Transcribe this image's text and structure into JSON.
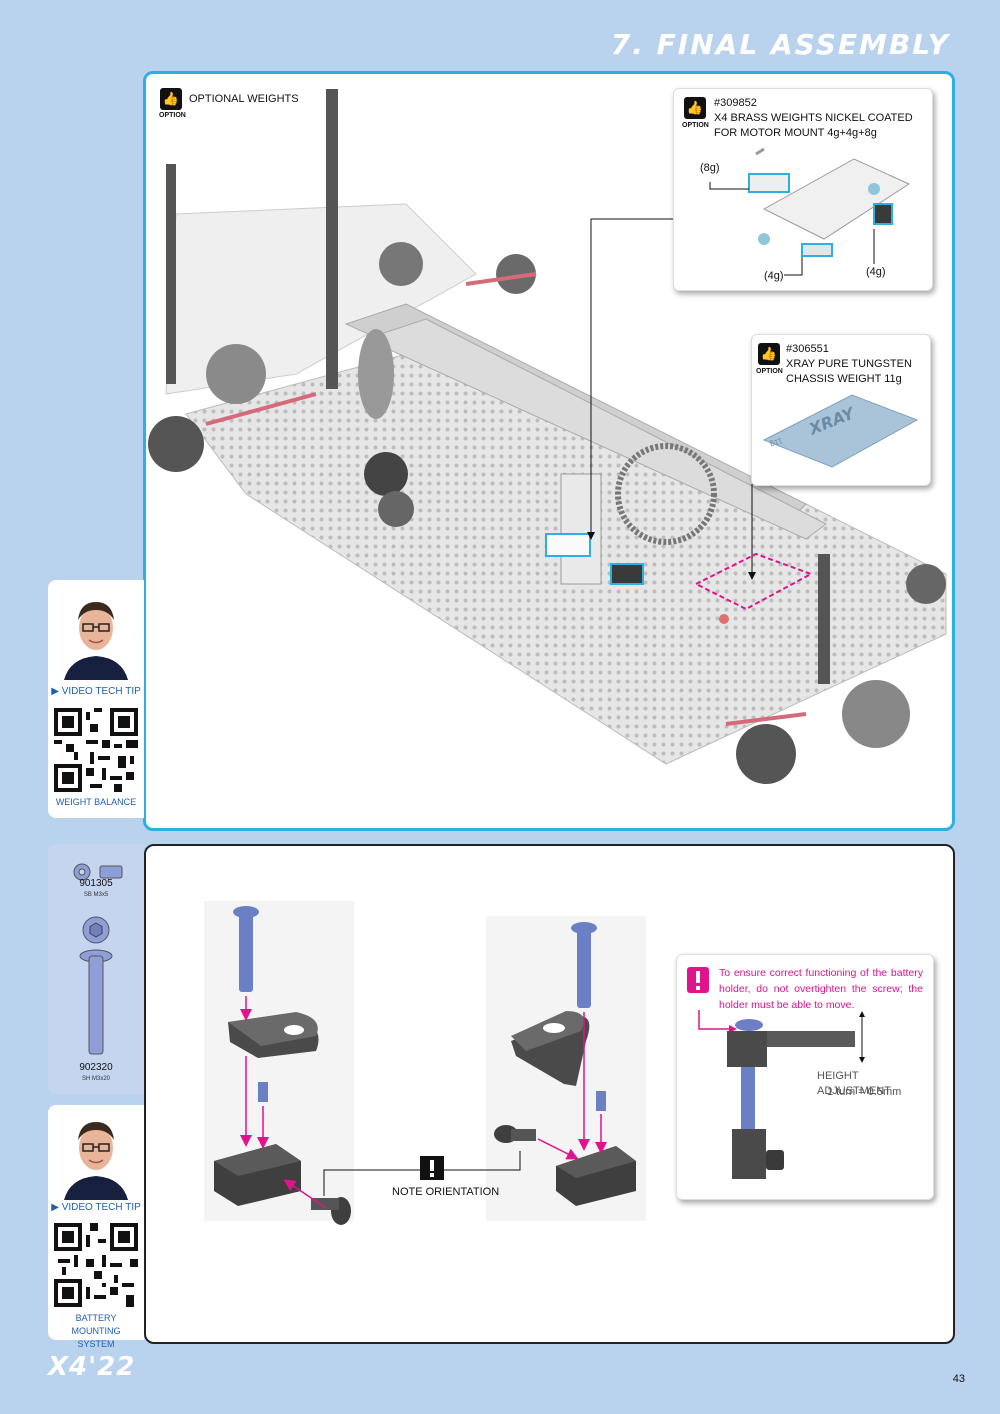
{
  "page": {
    "section_title": "7. FINAL ASSEMBLY",
    "brand": "X4'22",
    "page_number": "43"
  },
  "top_panel": {
    "option_label": "OPTION",
    "heading": "OPTIONAL WEIGHTS",
    "callout_brass": {
      "option_label": "OPTION",
      "part_no": "#309852",
      "desc": "X4 BRASS WEIGHTS NICKEL COATED FOR MOTOR MOUNT 4g+4g+8g",
      "weights": [
        "(8g)",
        "(4g)",
        "(4g)"
      ]
    },
    "callout_tungsten": {
      "option_label": "OPTION",
      "part_no": "#306551",
      "desc_line1": "XRAY PURE TUNGSTEN",
      "desc_line2": "CHASSIS WEIGHT 11g",
      "plate_mark": "11g"
    }
  },
  "sidebar": {
    "tip1": {
      "label": "VIDEO TECH TIP",
      "title": "WEIGHT BALANCE"
    },
    "tip2": {
      "label": "VIDEO TECH TIP",
      "title": "BATTERY MOUNTING SYSTEM"
    },
    "parts": [
      {
        "number": "901305",
        "spec": "SB M3x5"
      },
      {
        "number": "902320",
        "spec": "SH M3x20"
      }
    ]
  },
  "bottom_panel": {
    "note": "NOTE ORIENTATION",
    "warning_text": "To ensure correct functioning of the battery holder, do not overtighten the screw; the holder must be able to move.",
    "height_adjust_label": "HEIGHT ADJUSTMENT",
    "height_adjust_value": "1 turn = 0.5mm"
  },
  "colors": {
    "page_bg": "#b9d3ee",
    "panel_border": "#2ab0e4",
    "magenta": "#e0138c",
    "part_blue": "#6b7fc4",
    "part_gray": "#4a4a4a"
  }
}
